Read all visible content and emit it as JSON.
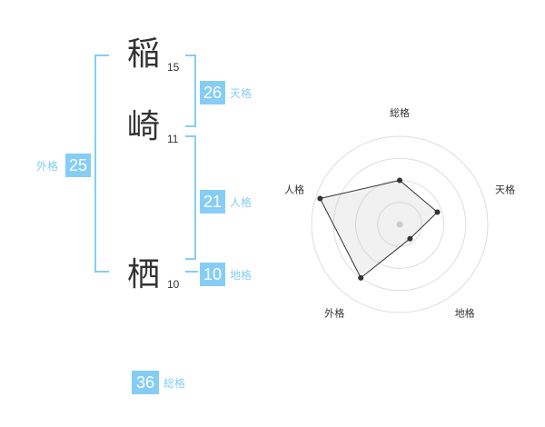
{
  "name": {
    "chars": [
      {
        "kanji": "稲",
        "strokes": "15"
      },
      {
        "kanji": "崎",
        "strokes": "11"
      },
      {
        "kanji": "栖",
        "strokes": "10"
      }
    ]
  },
  "fortune": {
    "tenkaku": {
      "value": "26",
      "label": "天格"
    },
    "jinkaku": {
      "value": "21",
      "label": "人格"
    },
    "chikaku": {
      "value": "10",
      "label": "地格"
    },
    "gaikaku": {
      "value": "25",
      "label": "外格"
    },
    "soukaku": {
      "value": "36",
      "label": "総格"
    }
  },
  "colors": {
    "accent": "#86cdf5",
    "text": "#333333",
    "grid": "#dddddd"
  },
  "chart_data": {
    "type": "radar",
    "axes": [
      "総格",
      "天格",
      "地格",
      "外格",
      "人格"
    ],
    "values": [
      0.5,
      0.45,
      0.2,
      0.75,
      0.95
    ],
    "max": 1,
    "rings": 4
  }
}
